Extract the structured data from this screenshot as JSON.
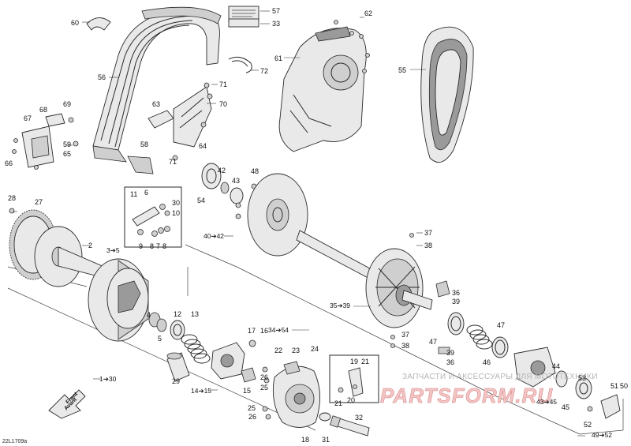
{
  "diagram": {
    "drawing_code": "22L1709a",
    "front_label_line1": "Front",
    "front_label_line2": "Avant",
    "watermark_text": "ЗАПЧАСТИ И АКСЕССУАРЫ ДЛЯ МОТОТЕХНИКИ",
    "watermark_logo": "PARTSFORM.RU",
    "callouts": {
      "c60": "60",
      "c57": "57",
      "c33": "33",
      "c62": "62",
      "c56": "56",
      "c61": "61",
      "c72": "72",
      "c55": "55",
      "c71a": "71",
      "c63": "63",
      "c70": "70",
      "c68": "68",
      "c69": "69",
      "c67": "67",
      "c59": "59",
      "c65": "65",
      "c66": "66",
      "c64": "64",
      "c58": "58",
      "c71b": "71",
      "c42": "42",
      "c48": "48",
      "c43": "43",
      "c54": "54",
      "c28": "28",
      "c27": "27",
      "c11": "11",
      "c6": "6",
      "c30": "30",
      "c10": "10",
      "c9": "9",
      "c8a": "8",
      "c7": "7",
      "c8b": "8",
      "r40_42": "40➔42",
      "c37a": "37",
      "c38": "38",
      "c2": "2",
      "r3_5": "3➔5",
      "c36a": "36",
      "c39a": "39",
      "r35_39": "35➔39",
      "c4": "4",
      "c5": "5",
      "c12": "12",
      "c13": "13",
      "c17": "17",
      "c16": "16",
      "r34_54": "34➔54",
      "c47a": "47",
      "c47b": "47",
      "c37b": "37",
      "c38b": "38",
      "c39b": "39",
      "c36b": "36",
      "c46": "46",
      "c22": "22",
      "c23": "23",
      "c24": "24",
      "c19": "19",
      "c21a": "21",
      "c44": "44",
      "c26a": "26",
      "c29": "29",
      "c25a": "25",
      "r14_15": "14➔15",
      "c15": "15",
      "c20": "20",
      "c21b": "21",
      "c53": "53",
      "c51": "51",
      "c50": "50",
      "r43_45": "43➔45",
      "c45": "45",
      "c52": "52",
      "c25b": "25",
      "c26b": "26",
      "c32": "32",
      "c31": "31",
      "c18": "18",
      "r49_52": "49➔52",
      "r1_30": "1➔30"
    }
  }
}
